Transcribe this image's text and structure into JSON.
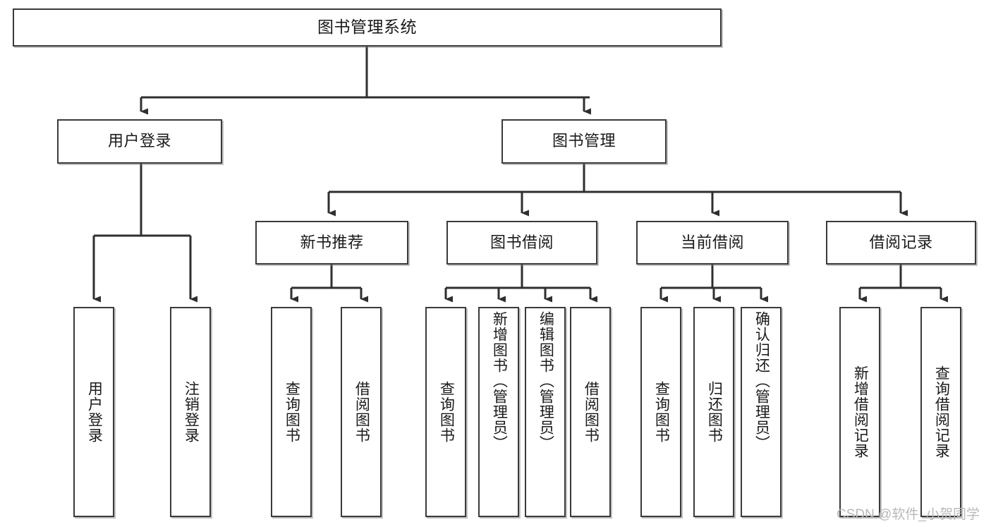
{
  "diagram": {
    "title": "图书管理系统",
    "type": "hierarchy-tree",
    "root": {
      "id": "root",
      "label": "图书管理系统",
      "orientation": "horizontal"
    },
    "level1": [
      {
        "id": "user-login",
        "label": "用户登录",
        "orientation": "horizontal"
      },
      {
        "id": "book-manage",
        "label": "图书管理",
        "orientation": "horizontal"
      }
    ],
    "level2": [
      {
        "id": "new-book-recommend",
        "label": "新书推荐",
        "orientation": "horizontal",
        "parent": "book-manage"
      },
      {
        "id": "book-borrow",
        "label": "图书借阅",
        "orientation": "horizontal",
        "parent": "book-manage"
      },
      {
        "id": "current-borrow",
        "label": "当前借阅",
        "orientation": "horizontal",
        "parent": "book-manage"
      },
      {
        "id": "borrow-record",
        "label": "借阅记录",
        "orientation": "horizontal",
        "parent": "book-manage"
      }
    ],
    "leaves": [
      {
        "id": "leaf-user-login",
        "label": "用户登录",
        "parent": "user-login"
      },
      {
        "id": "leaf-logout-login",
        "label": "注销登录",
        "parent": "user-login"
      },
      {
        "id": "leaf-query-book-1",
        "label": "查询图书",
        "parent": "new-book-recommend"
      },
      {
        "id": "leaf-borrow-book-1",
        "label": "借阅图书",
        "parent": "new-book-recommend"
      },
      {
        "id": "leaf-query-book-2",
        "label": "查询图书",
        "parent": "book-borrow"
      },
      {
        "id": "leaf-add-book",
        "label": "新增图书（管理员）",
        "parent": "book-borrow"
      },
      {
        "id": "leaf-edit-book",
        "label": "编辑图书（管理员）",
        "parent": "book-borrow"
      },
      {
        "id": "leaf-borrow-book-2",
        "label": "借阅图书",
        "parent": "book-borrow"
      },
      {
        "id": "leaf-query-book-3",
        "label": "查询图书",
        "parent": "current-borrow"
      },
      {
        "id": "leaf-return-book",
        "label": "归还图书",
        "parent": "current-borrow"
      },
      {
        "id": "leaf-confirm-return",
        "label": "确认归还（管理员）",
        "parent": "current-borrow"
      },
      {
        "id": "leaf-add-record",
        "label": "新增借阅记录",
        "parent": "borrow-record"
      },
      {
        "id": "leaf-query-record",
        "label": "查询借阅记录",
        "parent": "borrow-record"
      }
    ]
  },
  "watermark": {
    "text": "CSDN @软件_小贺同学"
  },
  "colors": {
    "stroke": "#3a3a3a",
    "background": "#ffffff",
    "text": "#1a1a1a",
    "watermark": "#b9b9b9"
  }
}
